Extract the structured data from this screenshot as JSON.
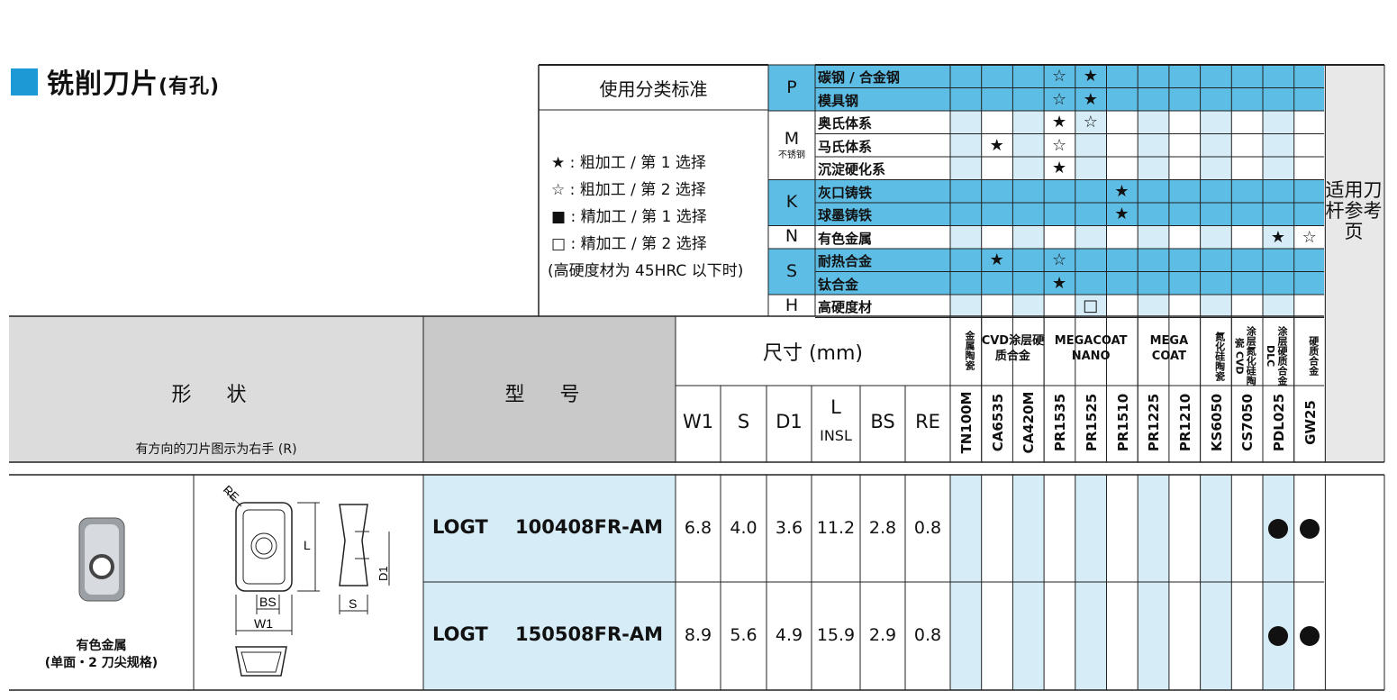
{
  "title": {
    "main": "铣削刀片",
    "suffix": "(有孔)"
  },
  "usage": {
    "heading": "使用分类标准",
    "legend": [
      "★ : 粗加工 / 第 1 选择",
      "☆ : 粗加工 / 第 2 选择",
      "■ : 精加工 / 第 1 选择",
      "□ : 精加工 / 第 2 选择",
      "(高硬度材为 45HRC 以下时)"
    ],
    "classes": [
      {
        "code": "P",
        "materials": [
          "碳钢 / 合金钢",
          "模具钢"
        ]
      },
      {
        "code": "M",
        "sub": "不锈钢",
        "materials": [
          "奥氏体系",
          "马氏体系",
          "沉淀硬化系"
        ]
      },
      {
        "code": "K",
        "materials": [
          "灰口铸铁",
          "球墨铸铁"
        ]
      },
      {
        "code": "N",
        "materials": [
          "有色金属"
        ]
      },
      {
        "code": "S",
        "materials": [
          "耐热合金",
          "钛合金"
        ]
      },
      {
        "code": "H",
        "materials": [
          "高硬度材"
        ]
      }
    ],
    "marks": [
      [
        "",
        "",
        "",
        "☆",
        "★",
        "",
        "",
        "",
        "",
        "",
        "",
        ""
      ],
      [
        "",
        "",
        "",
        "☆",
        "★",
        "",
        "",
        "",
        "",
        "",
        "",
        ""
      ],
      [
        "",
        "",
        "",
        "★",
        "☆",
        "",
        "",
        "",
        "",
        "",
        "",
        ""
      ],
      [
        "",
        "★",
        "",
        "☆",
        "",
        "",
        "",
        "",
        "",
        "",
        "",
        ""
      ],
      [
        "",
        "",
        "",
        "★",
        "",
        "",
        "",
        "",
        "",
        "",
        "",
        ""
      ],
      [
        "",
        "",
        "",
        "",
        "",
        "★",
        "",
        "",
        "",
        "",
        "",
        ""
      ],
      [
        "",
        "",
        "",
        "",
        "",
        "★",
        "",
        "",
        "",
        "",
        "",
        ""
      ],
      [
        "",
        "",
        "",
        "",
        "",
        "",
        "",
        "",
        "",
        "",
        "★",
        "☆"
      ],
      [
        "",
        "★",
        "",
        "☆",
        "",
        "",
        "",
        "",
        "",
        "",
        "",
        ""
      ],
      [
        "",
        "",
        "",
        "★",
        "",
        "",
        "",
        "",
        "",
        "",
        "",
        ""
      ],
      [
        "",
        "",
        "",
        "",
        "□",
        "",
        "",
        "",
        "",
        "",
        "",
        ""
      ]
    ]
  },
  "ref_heading": "适用刀杆参考页",
  "headers": {
    "shape": "形 状",
    "shape_note": "有方向的刀片图示为右手 (R)",
    "model": "型 号",
    "dimensions": "尺寸 (mm)",
    "dim_cols": [
      "W1",
      "S",
      "D1",
      "L",
      "BS",
      "RE"
    ],
    "dim_L_sub": "INSL",
    "groups": [
      "金属陶瓷",
      "CVD涂层硬质合金",
      "MEGACOAT NANO",
      "MEGA COAT",
      "氮化硅陶瓷",
      "涂层氮化硅陶瓷 CVD",
      "涂层硬质合金 DLC",
      "硬质合金"
    ],
    "grades": [
      "TN100M",
      "CA6535",
      "CA420M",
      "PR1535",
      "PR1525",
      "PR1510",
      "PR1225",
      "PR1210",
      "KS6050",
      "CS7050",
      "PDL025",
      "GW25"
    ]
  },
  "shape_caption": [
    "有色金属",
    "(单面・2 刀尖规格)"
  ],
  "drawing_labels": {
    "re": "RE",
    "l": "L",
    "bs": "BS",
    "w1": "W1",
    "s": "S",
    "d1": "D1"
  },
  "rows": [
    {
      "prefix": "LOGT",
      "model": "100408FR-AM",
      "dims": [
        "6.8",
        "4.0",
        "3.6",
        "11.2",
        "2.8",
        "0.8"
      ],
      "avail": [
        false,
        false,
        false,
        false,
        false,
        false,
        false,
        false,
        false,
        false,
        true,
        true
      ]
    },
    {
      "prefix": "LOGT",
      "model": "150508FR-AM",
      "dims": [
        "8.9",
        "5.6",
        "4.9",
        "15.9",
        "2.9",
        "0.8"
      ],
      "avail": [
        false,
        false,
        false,
        false,
        false,
        false,
        false,
        false,
        false,
        false,
        true,
        true
      ]
    }
  ],
  "colors": {
    "accent": "#1d9ad6",
    "blue_band": "#5ebde4",
    "light_blue": "#d6ecf7",
    "gray": "#c9c9c9"
  }
}
